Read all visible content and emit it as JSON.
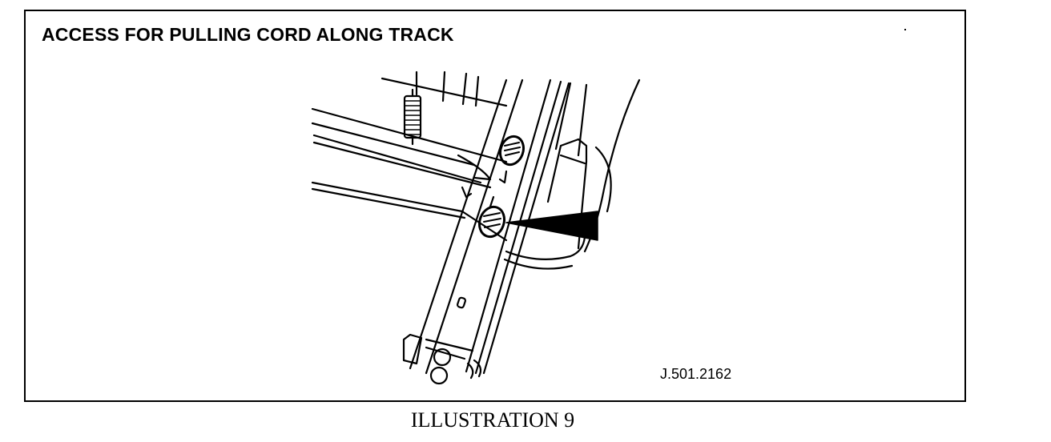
{
  "figure": {
    "title": "ACCESS FOR PULLING CORD ALONG TRACK",
    "reference_code": "J.501.2162"
  },
  "caption": "ILLUSTRATION 9"
}
